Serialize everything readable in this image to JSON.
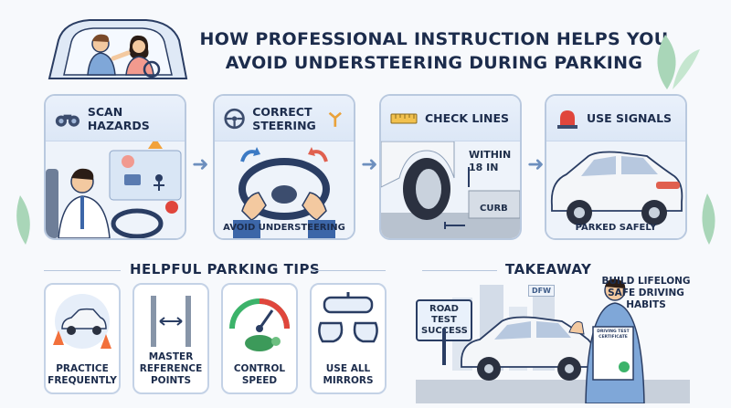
{
  "title": {
    "line1": "HOW PROFESSIONAL INSTRUCTION HELPS YOU",
    "line2": "AVOID UNDERSTEERING DURING PARKING"
  },
  "steps": [
    {
      "label": "SCAN HAZARDS",
      "icon": "binoculars-icon",
      "footer": ""
    },
    {
      "label": "CORRECT STEERING",
      "icon": "steering-wheel-icon",
      "footer": "AVOID UNDERSTEERING"
    },
    {
      "label": "CHECK LINES",
      "icon": "ruler-icon",
      "footer": "",
      "distance": "WITHIN 18 IN",
      "curb": "CURB"
    },
    {
      "label": "USE SIGNALS",
      "icon": "warning-light-icon",
      "footer": "PARKED SAFELY"
    }
  ],
  "tips": {
    "heading": "HELPFUL PARKING TIPS",
    "items": [
      {
        "line1": "PRACTICE",
        "line2": "FREQUENTLY",
        "line3": ""
      },
      {
        "line1": "MASTER",
        "line2": "REFERENCE",
        "line3": "POINTS"
      },
      {
        "line1": "CONTROL",
        "line2": "SPEED",
        "line3": ""
      },
      {
        "line1": "USE ALL",
        "line2": "MIRRORS",
        "line3": ""
      }
    ]
  },
  "takeaway": {
    "heading": "TAKEAWAY",
    "sign_line1": "ROAD TEST",
    "sign_line2": "SUCCESS",
    "dfw": "DFW",
    "habits_line1": "BUILD LIFELONG",
    "habits_line2": "SAFE DRIVING",
    "habits_line3": "HABITS",
    "certificate_line1": "DRIVING TEST",
    "certificate_line2": "CERTIFICATE"
  },
  "colors": {
    "accent": "#6d8fbe",
    "navy": "#1c2c4c",
    "red": "#e0463c"
  }
}
